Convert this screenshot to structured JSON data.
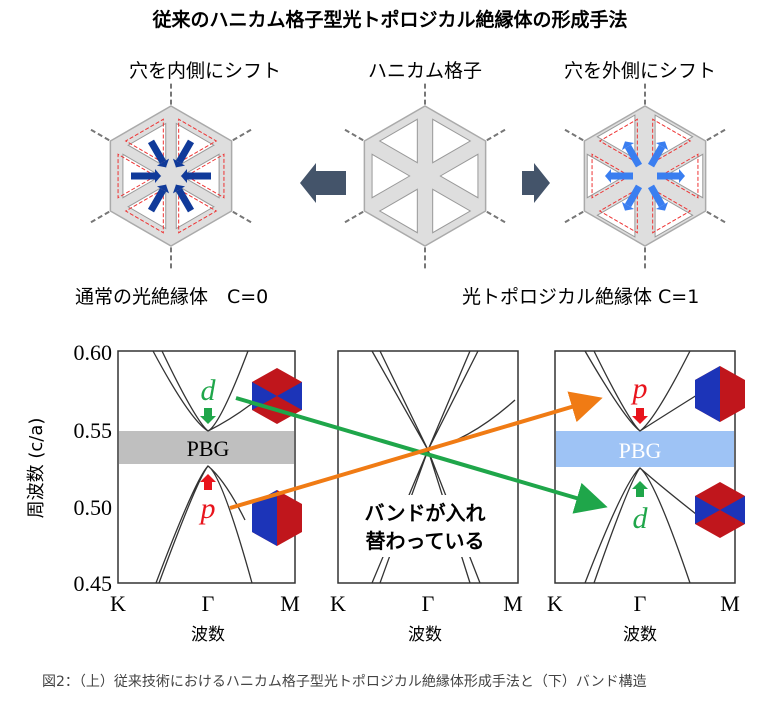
{
  "title": "従来のハニカム格子型光トポロジカル絶縁体の形成手法",
  "top": {
    "left_label": "穴を内側にシフト",
    "center_label": "ハニカム格子",
    "right_label": "穴を外側にシフト",
    "left_result": "通常の光絶縁体　C=0",
    "right_result": "光トポロジカル絶縁体 C=1"
  },
  "bands": {
    "ylabel": "周波数 (c/a)",
    "yticks": [
      "0.60",
      "0.55",
      "0.50",
      "0.45"
    ],
    "xticks": [
      "K",
      "Γ",
      "M"
    ],
    "xlabel": "波数",
    "pbg": "PBG",
    "d_label": "d",
    "p_label": "p",
    "swap_text_line1": "バンドが入れ",
    "swap_text_line2": "替わっている"
  },
  "colors": {
    "green": "#1fa64a",
    "orange": "#f07b14",
    "red": "#e8141c",
    "pbg_gray": "#bfbfbf",
    "pbg_blue": "#9ec3f5",
    "arrow_dark": "#44546a"
  },
  "caption": "図2：（上）従来技術におけるハニカム格子型光トポロジカル絶縁体形成手法と（下）バンド構造"
}
